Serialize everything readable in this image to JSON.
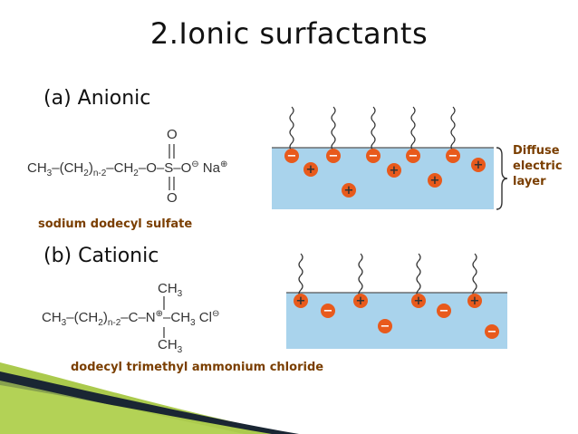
{
  "slide": {
    "title": "2.Ionic surfactants",
    "section_a": "(a) Anionic",
    "section_b": "(b) Cationic",
    "caption_a": "sodium dodecyl sulfate",
    "caption_b": "dodecyl trimethyl ammonium chloride",
    "diffuse_label": [
      "Diffuse",
      "electric",
      "layer"
    ]
  },
  "formula_a": {
    "ch3": "CH",
    "ch3_sub": "3",
    "ch2_group": "(CH",
    "ch2_sub": "2",
    "ch2_close": ")",
    "n_sub": "n-2",
    "ch2_tail": "CH",
    "ch2_tail_sub": "2",
    "o1": "O",
    "s": "S",
    "o_top": "O",
    "o_bottom": "O",
    "o_minus": "O",
    "na": "Na"
  },
  "formula_b": {
    "ch3": "CH",
    "ch3_sub": "3",
    "ch2_group": "(CH",
    "ch2_sub": "2",
    "ch2_close": ")",
    "n_sub": "n-2",
    "c": "C",
    "n": "N",
    "ch3_top": "CH",
    "ch3_top_sub": "3",
    "ch3_right": "CH",
    "ch3_right_sub": "3",
    "ch3_bottom": "CH",
    "ch3_bottom_sub": "3",
    "cl": "Cl"
  },
  "charges": {
    "plus": "+",
    "minus": "−"
  },
  "colors": {
    "water": "#a9d3ec",
    "ion": "#e85a1c",
    "ion_text": "#ffffff",
    "caption": "#7a3e00",
    "accent_dark": "#1a2633",
    "accent_light": "#9cc12e"
  }
}
